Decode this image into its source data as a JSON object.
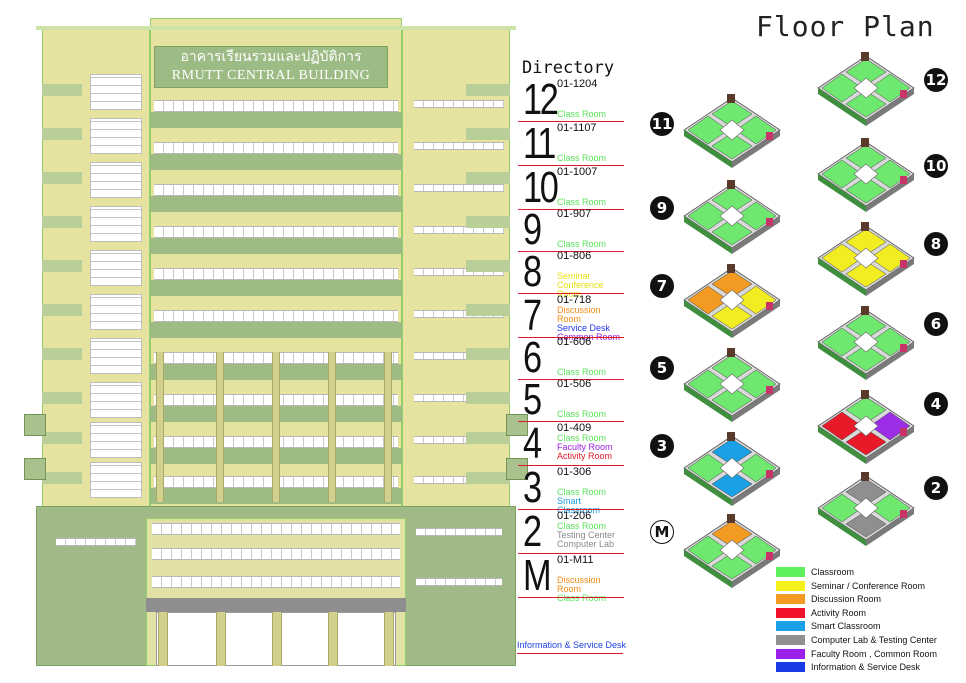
{
  "page_title": "Floor Plan",
  "building": {
    "sign_thai": "อาคารเรียนรวมและปฏิบัติการ",
    "sign_english": "RMUTT CENTRAL BUILDING"
  },
  "directory": {
    "title": "Directory",
    "entries": [
      {
        "floor": "12",
        "code": "01-1204",
        "lines": [
          {
            "text": "Class Room",
            "color": "#5be35b"
          }
        ]
      },
      {
        "floor": "11",
        "code": "01-1107",
        "lines": [
          {
            "text": "Class Room",
            "color": "#5be35b"
          }
        ]
      },
      {
        "floor": "10",
        "code": "01-1007",
        "lines": [
          {
            "text": "Class Room",
            "color": "#5be35b"
          }
        ]
      },
      {
        "floor": "9",
        "code": "01-907",
        "lines": [
          {
            "text": "Class Room",
            "color": "#5be35b"
          }
        ]
      },
      {
        "floor": "8",
        "code": "01-806",
        "lines": [
          {
            "text": "Seminar",
            "color": "#e8e015"
          },
          {
            "text": "Conference Room",
            "color": "#e8e015"
          }
        ]
      },
      {
        "floor": "7",
        "code": "01-718",
        "lines": [
          {
            "text": "Discussion Room",
            "color": "#f08a12"
          },
          {
            "text": "Service Desk",
            "color": "#2038e8"
          },
          {
            "text": "Common Room",
            "color": "#9b1ee0"
          }
        ]
      },
      {
        "floor": "6",
        "code": "01-606",
        "lines": [
          {
            "text": "Class Room",
            "color": "#5be35b"
          }
        ]
      },
      {
        "floor": "5",
        "code": "01-506",
        "lines": [
          {
            "text": "Class Room",
            "color": "#5be35b"
          }
        ]
      },
      {
        "floor": "4",
        "code": "01-409",
        "lines": [
          {
            "text": "Class Room",
            "color": "#5be35b"
          },
          {
            "text": "Faculty Room",
            "color": "#9b1ee0"
          },
          {
            "text": "Activity Room",
            "color": "#e0182a"
          }
        ]
      },
      {
        "floor": "3",
        "code": "01-306",
        "lines": [
          {
            "text": "Class Room",
            "color": "#5be35b"
          },
          {
            "text": "Smart Classroom",
            "color": "#1a9be0"
          }
        ]
      },
      {
        "floor": "2",
        "code": "01-206",
        "lines": [
          {
            "text": "Class Room",
            "color": "#5be35b"
          },
          {
            "text": "Testing Center",
            "color": "#8a8a8a"
          },
          {
            "text": "Computer Lab",
            "color": "#8a8a8a"
          }
        ]
      },
      {
        "floor": "M",
        "code": "01-M11",
        "lines": [
          {
            "text": "Discussion Room",
            "color": "#f08a12"
          },
          {
            "text": "Class Room",
            "color": "#5be35b"
          }
        ]
      }
    ],
    "info_desk": "Information & Service Desk"
  },
  "plans": [
    {
      "badge": "12",
      "style": "solid",
      "colors": [
        "#6fe86f",
        "#6fe86f",
        "#6fe86f",
        "#6fe86f"
      ]
    },
    {
      "badge": "11",
      "style": "solid",
      "colors": [
        "#6fe86f",
        "#6fe86f",
        "#6fe86f",
        "#6fe86f"
      ]
    },
    {
      "badge": "10",
      "style": "solid",
      "colors": [
        "#6fe86f",
        "#6fe86f",
        "#6fe86f",
        "#6fe86f"
      ]
    },
    {
      "badge": "9",
      "style": "solid",
      "colors": [
        "#6fe86f",
        "#6fe86f",
        "#6fe86f",
        "#6fe86f"
      ]
    },
    {
      "badge": "8",
      "style": "solid",
      "colors": [
        "#f2ec22",
        "#f2ec22",
        "#f2ec22",
        "#f2ec22"
      ]
    },
    {
      "badge": "7",
      "style": "solid",
      "colors": [
        "#f29a22",
        "#f2ec22",
        "#f2ec22",
        "#f29a22"
      ]
    },
    {
      "badge": "6",
      "style": "solid",
      "colors": [
        "#6fe86f",
        "#6fe86f",
        "#6fe86f",
        "#6fe86f"
      ]
    },
    {
      "badge": "5",
      "style": "solid",
      "colors": [
        "#6fe86f",
        "#6fe86f",
        "#6fe86f",
        "#6fe86f"
      ]
    },
    {
      "badge": "4",
      "style": "solid",
      "colors": [
        "#6fe86f",
        "#9b2ee6",
        "#e81a2a",
        "#e81a2a"
      ]
    },
    {
      "badge": "3",
      "style": "solid",
      "colors": [
        "#1aa0e6",
        "#6fe86f",
        "#1aa0e6",
        "#6fe86f"
      ]
    },
    {
      "badge": "2",
      "style": "solid",
      "colors": [
        "#8f8f8f",
        "#6fe86f",
        "#8f8f8f",
        "#6fe86f"
      ]
    },
    {
      "badge": "M",
      "style": "outline",
      "colors": [
        "#f29a22",
        "#6fe86f",
        "#6fe86f",
        "#6fe86f"
      ]
    }
  ],
  "legend": [
    {
      "label": "Classroom",
      "color": "#5ff05f"
    },
    {
      "label": "Seminar / Conference  Room",
      "color": "#f4f21a"
    },
    {
      "label": "Discussion Room",
      "color": "#f29a22"
    },
    {
      "label": "Activity Room",
      "color": "#f0102a"
    },
    {
      "label": "Smart Classroom",
      "color": "#1aa0e6"
    },
    {
      "label": "Computer Lab & Testing Center",
      "color": "#8f8f8f"
    },
    {
      "label": "Faculty Room , Common Room",
      "color": "#9b20e8"
    },
    {
      "label": "Information & Service Desk",
      "color": "#1a3ae8"
    }
  ]
}
